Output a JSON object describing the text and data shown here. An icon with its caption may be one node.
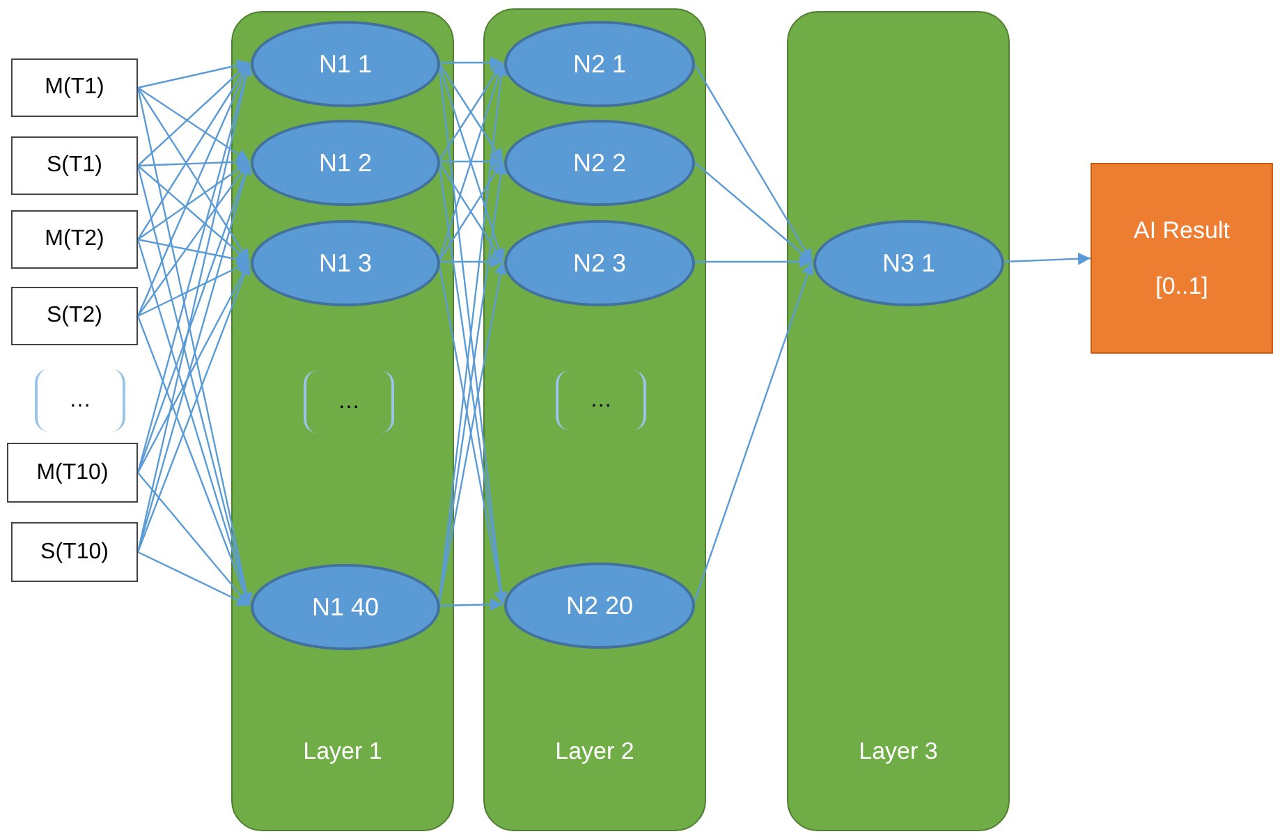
{
  "diagram": {
    "nodes": [
      {
        "text": [
          "M(T1)"
        ]
      },
      {
        "text": [
          "S(T1)"
        ]
      },
      {
        "text": [
          "M(T2)"
        ]
      },
      {
        "text": [
          "S(T2)"
        ]
      },
      {
        "text": [
          "…"
        ]
      },
      {
        "text": [
          "M(T10)"
        ]
      },
      {
        "text": [
          "S(T10)"
        ]
      },
      {
        "text": [
          "Layer 1"
        ]
      },
      {
        "text": [
          "N1 1"
        ],
        "in": 7
      },
      {
        "text": [
          "N1 2"
        ],
        "in": 7
      },
      {
        "text": [
          "N1 3"
        ],
        "in": 7
      },
      {
        "text": [
          "…"
        ],
        "in": 7
      },
      {
        "text": [
          "N1 40"
        ],
        "in": 7
      },
      {
        "text": [
          "Layer 2"
        ]
      },
      {
        "text": [
          "N2 1"
        ],
        "in": 13
      },
      {
        "text": [
          "N2 2"
        ],
        "in": 13
      },
      {
        "text": [
          "N2 3"
        ],
        "in": 13
      },
      {
        "text": [
          "…"
        ],
        "in": 13
      },
      {
        "text": [
          "N2 20"
        ],
        "in": 13
      },
      {
        "text": [
          "Layer 3"
        ]
      },
      {
        "text": [
          "N3 1"
        ],
        "in": 19
      },
      {
        "text": [
          "AI Result",
          "[0..1]"
        ]
      }
    ],
    "edges": [
      {
        "from": 0,
        "to": 8,
        "arrow": "to"
      },
      {
        "from": 0,
        "to": 9,
        "arrow": "to"
      },
      {
        "from": 0,
        "to": 10,
        "arrow": "to"
      },
      {
        "from": 0,
        "to": 12,
        "arrow": "to"
      },
      {
        "from": 1,
        "to": 8,
        "arrow": "to"
      },
      {
        "from": 1,
        "to": 9,
        "arrow": "to"
      },
      {
        "from": 1,
        "to": 10,
        "arrow": "to"
      },
      {
        "from": 1,
        "to": 12,
        "arrow": "to"
      },
      {
        "from": 2,
        "to": 8,
        "arrow": "to"
      },
      {
        "from": 2,
        "to": 9,
        "arrow": "to"
      },
      {
        "from": 2,
        "to": 10,
        "arrow": "to"
      },
      {
        "from": 2,
        "to": 12,
        "arrow": "to"
      },
      {
        "from": 3,
        "to": 8,
        "arrow": "to"
      },
      {
        "from": 3,
        "to": 9,
        "arrow": "to"
      },
      {
        "from": 3,
        "to": 10,
        "arrow": "to"
      },
      {
        "from": 3,
        "to": 12,
        "arrow": "to"
      },
      {
        "from": 5,
        "to": 8,
        "arrow": "to"
      },
      {
        "from": 5,
        "to": 9,
        "arrow": "to"
      },
      {
        "from": 5,
        "to": 10,
        "arrow": "to"
      },
      {
        "from": 5,
        "to": 12,
        "arrow": "to"
      },
      {
        "from": 6,
        "to": 8,
        "arrow": "to"
      },
      {
        "from": 6,
        "to": 9,
        "arrow": "to"
      },
      {
        "from": 6,
        "to": 10,
        "arrow": "to"
      },
      {
        "from": 6,
        "to": 12,
        "arrow": "to"
      },
      {
        "from": 8,
        "to": 14,
        "arrow": "to"
      },
      {
        "from": 8,
        "to": 15,
        "arrow": "to"
      },
      {
        "from": 8,
        "to": 16,
        "arrow": "to"
      },
      {
        "from": 8,
        "to": 18,
        "arrow": "to"
      },
      {
        "from": 9,
        "to": 14,
        "arrow": "to"
      },
      {
        "from": 9,
        "to": 15,
        "arrow": "to"
      },
      {
        "from": 9,
        "to": 16,
        "arrow": "to"
      },
      {
        "from": 9,
        "to": 18,
        "arrow": "to"
      },
      {
        "from": 10,
        "to": 14,
        "arrow": "to"
      },
      {
        "from": 10,
        "to": 15,
        "arrow": "to"
      },
      {
        "from": 10,
        "to": 16,
        "arrow": "to"
      },
      {
        "from": 10,
        "to": 18,
        "arrow": "to"
      },
      {
        "from": 12,
        "to": 14,
        "arrow": "to"
      },
      {
        "from": 12,
        "to": 15,
        "arrow": "to"
      },
      {
        "from": 12,
        "to": 16,
        "arrow": "to"
      },
      {
        "from": 12,
        "to": 18,
        "arrow": "to"
      },
      {
        "from": 14,
        "to": 20,
        "arrow": "to"
      },
      {
        "from": 15,
        "to": 20,
        "arrow": "to"
      },
      {
        "from": 16,
        "to": 20,
        "arrow": "to"
      },
      {
        "from": 18,
        "to": 20,
        "arrow": "to"
      },
      {
        "from": 20,
        "to": 21,
        "arrow": "to"
      }
    ]
  }
}
